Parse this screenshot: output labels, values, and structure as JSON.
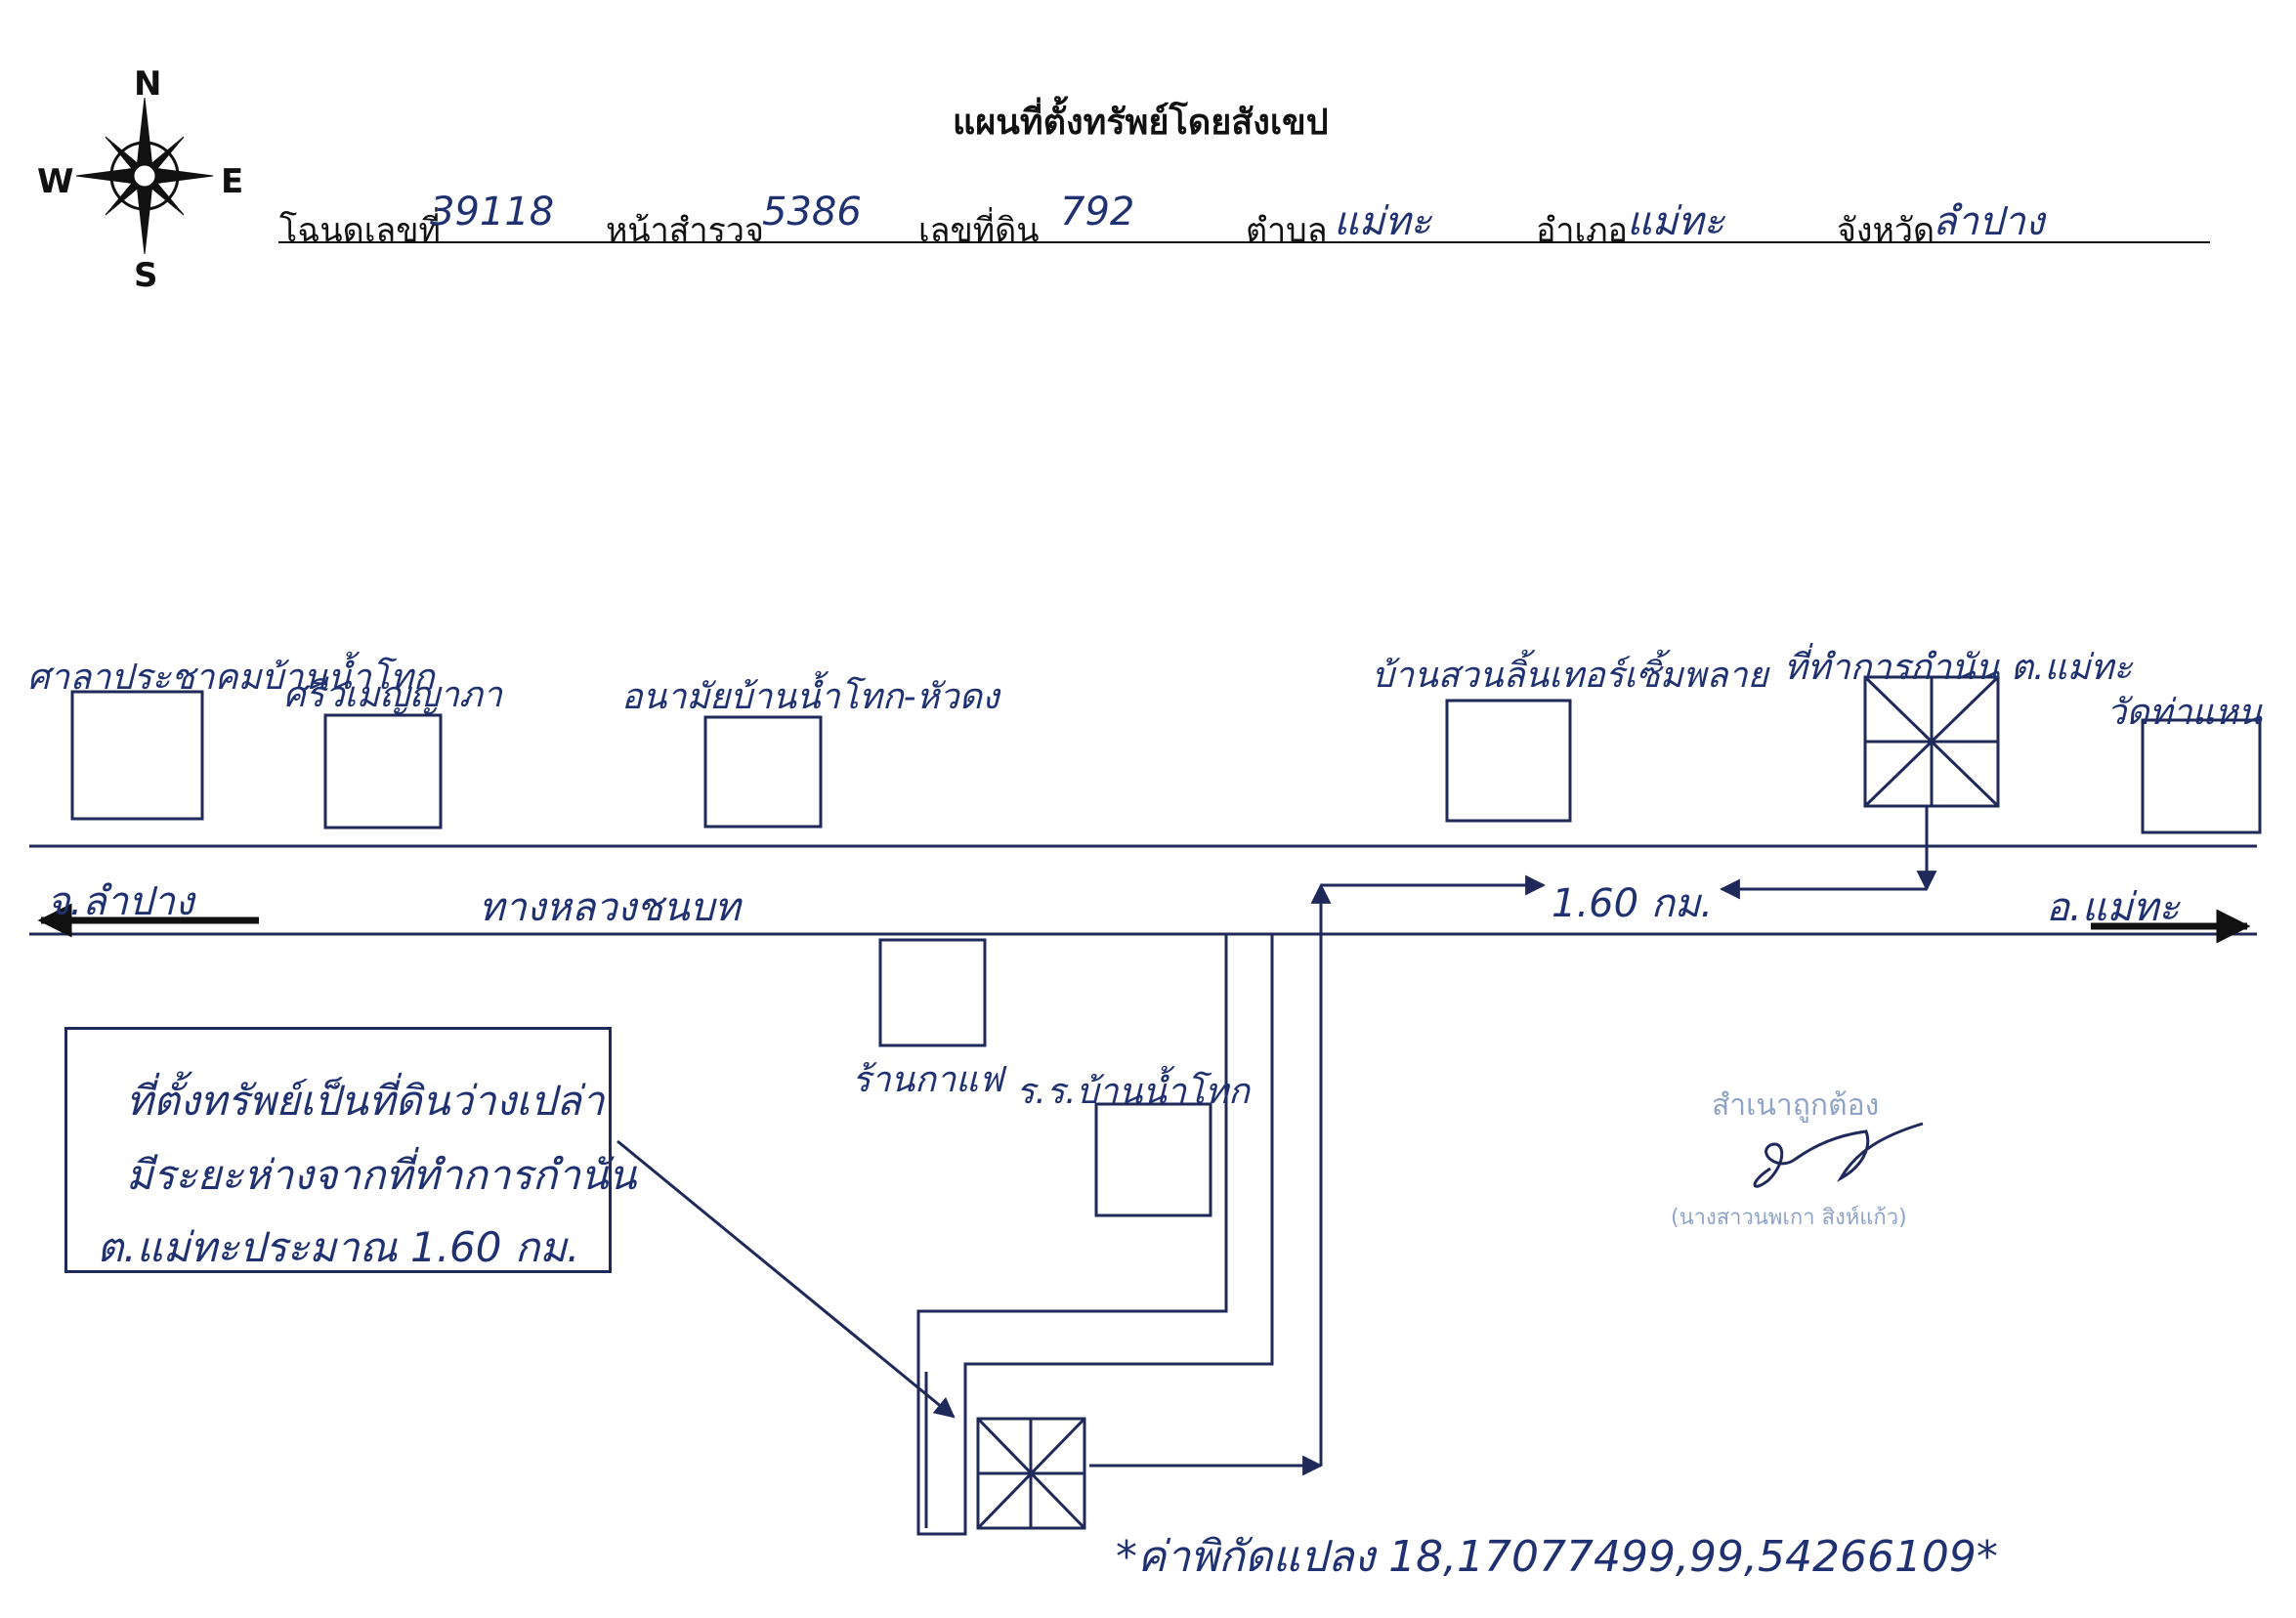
{
  "title": "แผนที่ตั้งทรัพย์โดยสังเขป",
  "compass": {
    "n": "N",
    "s": "S",
    "e": "E",
    "w": "W"
  },
  "header_fields": {
    "deed_label": "โฉนดเลขที่",
    "deed_value": "39118",
    "survey_label": "หน้าสำรวจ",
    "survey_value": "5386",
    "land_no_label": "เลขที่ดิน",
    "land_no_value": "792",
    "subdistrict_label": "ตำบล",
    "subdistrict_value": "แม่ทะ",
    "district_label": "อำเภอ",
    "district_value": "แม่ทะ",
    "province_label": "จังหวัด",
    "province_value": "ลำปาง"
  },
  "landmarks": {
    "l1": "ศาลาประชาคมบ้านน้ำโทก",
    "l2": "ศรีวเมญญาภา",
    "l3": "อนามัยบ้านน้ำโทก-หัวดง",
    "l4": "บ้านสวนลิ้นเทอร์เซิ้มพลาย",
    "l5": "ที่ทำการกำนัน ต.แม่ทะ",
    "l6": "วัดท่าแหน",
    "l7": "ร้านกาแฟ",
    "l8": "ร.ร.บ้านน้ำโทก"
  },
  "road": {
    "name": "ทางหลวงชนบท",
    "left_dest": "จ.ลำปาง",
    "right_dest": "อ.แม่ทะ",
    "distance": "1.60 กม."
  },
  "note": {
    "line1": "ที่ตั้งทรัพย์เป็นที่ดินว่างเปล่า",
    "line2": "มีระยะห่างจากที่ทำการกำนัน",
    "line3": "ต.แม่ทะประมาณ 1.60 กม."
  },
  "coordinates": "*ค่าพิกัดแปลง 18,17077499,99,54266109*",
  "stamp": {
    "line1": "สำเนาถูกต้อง",
    "line2": "(นางสาวนพเกา สิงห์แก้ว)"
  }
}
